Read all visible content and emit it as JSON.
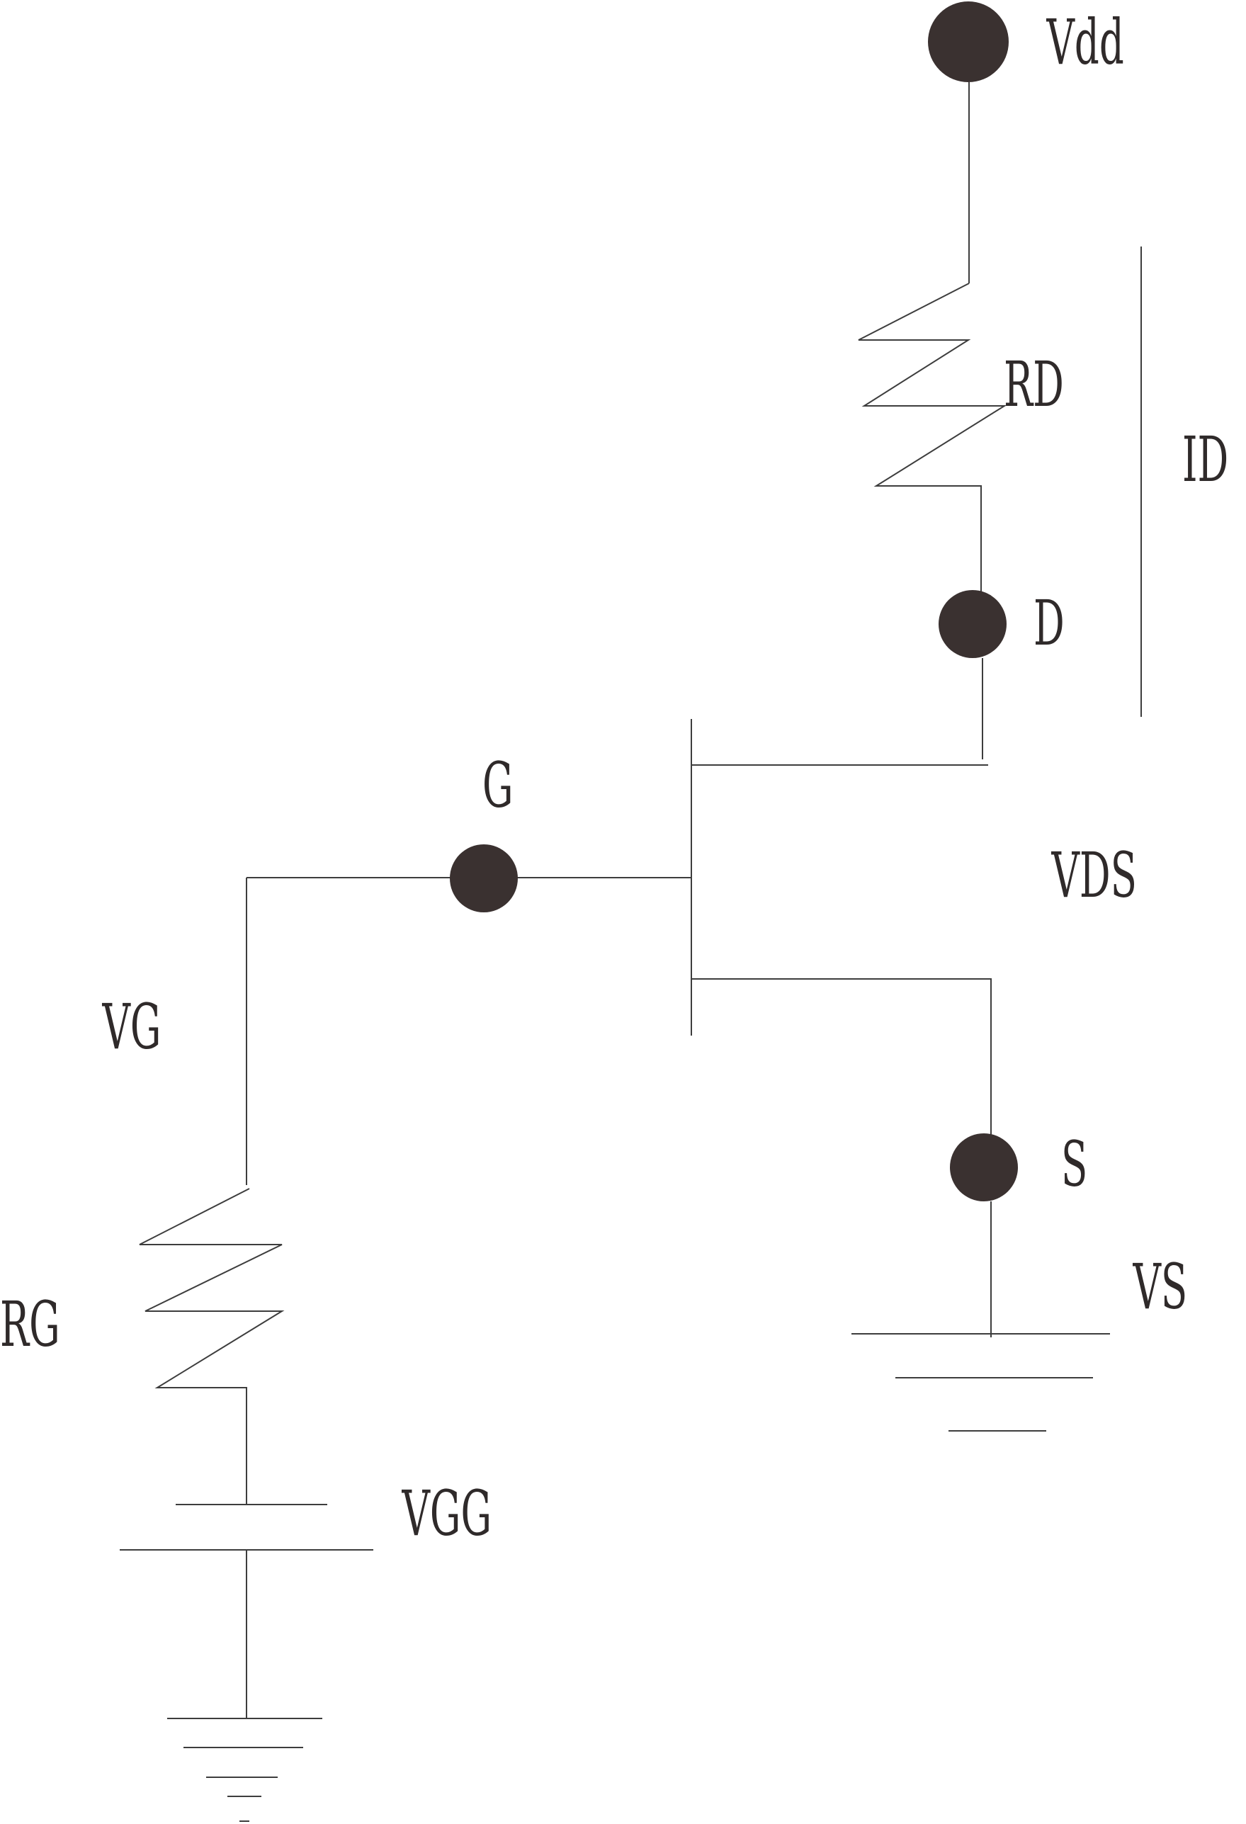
{
  "labels": {
    "vdd": "Vdd",
    "rd": "RD",
    "id": "ID",
    "d": "D",
    "g": "G",
    "vds": "VDS",
    "vg": "VG",
    "s": "S",
    "rg": "RG",
    "vs": "VS",
    "vgg": "VGG"
  },
  "colors": {
    "wire": "#3d3d3d",
    "node": "#3a3130",
    "text": "#2f2a2a",
    "background": "#ffffff"
  }
}
